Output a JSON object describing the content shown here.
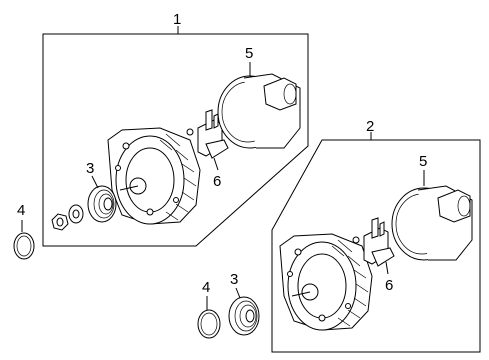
{
  "callouts": {
    "c1": "1",
    "c2": "2",
    "c3a": "3",
    "c3b": "3",
    "c4a": "4",
    "c4b": "4",
    "c5a": "5",
    "c5b": "5",
    "c6a": "6",
    "c6b": "6"
  }
}
